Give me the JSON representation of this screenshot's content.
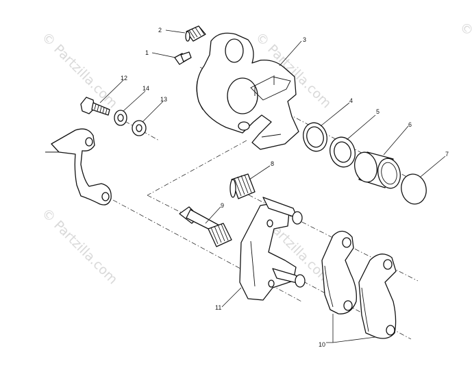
{
  "watermarks": [
    "© Partzilla.com",
    "© Partzilla.com",
    "© Partzilla.com",
    "© Partzilla.com",
    "© Partzilla.com"
  ],
  "callouts": {
    "c1": "1",
    "c2": "2",
    "c3": "3",
    "c4": "4",
    "c5": "5",
    "c6": "6",
    "c7": "7",
    "c8": "8",
    "c9": "9",
    "c10": "10",
    "c11": "11",
    "c12": "12",
    "c13": "13",
    "c14": "14"
  },
  "colors": {
    "line": "#111111",
    "background": "#ffffff",
    "watermark": "#d9d9d9"
  }
}
